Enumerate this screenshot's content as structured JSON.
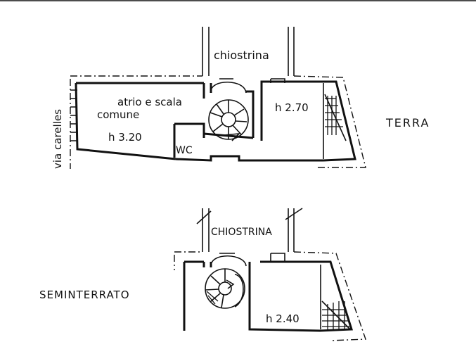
{
  "ground_floor": {
    "street": "via carelles",
    "courtyard": "chiostrina",
    "atrium_line1": "atrio e scala",
    "atrium_line2": "comune",
    "atrium_height": "h 3.20",
    "wc": "WC",
    "room_height": "h 2.70",
    "floor_name": "TERRA"
  },
  "basement": {
    "courtyard": "CHIOSTRINA",
    "floor_name": "SEMINTERRATO",
    "room_height": "h 2.40"
  }
}
